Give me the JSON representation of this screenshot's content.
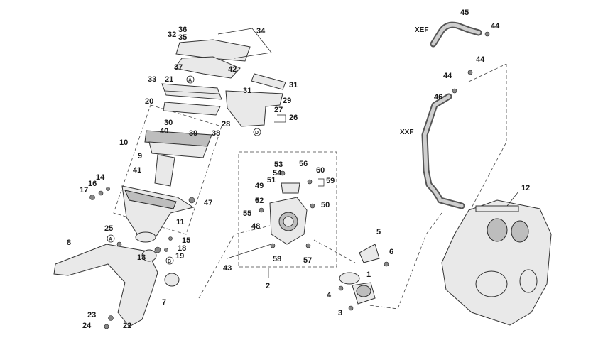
{
  "diagram": {
    "variants": {
      "xef": "XEF",
      "xxf": "XXF"
    },
    "references": {
      "a": "A",
      "b": "B",
      "d": "D"
    },
    "callouts": {
      "c1": "1",
      "c2": "2",
      "c3": "3",
      "c4": "4",
      "c5": "5",
      "c6": "6",
      "c7": "7",
      "c8": "8",
      "c9": "9",
      "c10": "10",
      "c11": "11",
      "c12": "12",
      "c13": "13",
      "c14": "14",
      "c15": "15",
      "c16": "16",
      "c17": "17",
      "c18": "18",
      "c19": "19",
      "c20": "20",
      "c21": "21",
      "c22": "22",
      "c23": "23",
      "c24": "24",
      "c25": "25",
      "c26": "26",
      "c27": "27",
      "c28": "28",
      "c29": "29",
      "c30": "30",
      "c31a": "31",
      "c31b": "31",
      "c32": "32",
      "c33": "33",
      "c34": "34",
      "c35": "35",
      "c36": "36",
      "c37": "37",
      "c38": "38",
      "c39": "39",
      "c40": "40",
      "c41": "41",
      "c42": "42",
      "c43": "43",
      "c44a": "44",
      "c44b": "44",
      "c44c": "44",
      "c45": "45",
      "c46": "46",
      "c47": "47",
      "c48": "48",
      "c49": "49",
      "c50": "50",
      "c51": "51",
      "c52": "52",
      "c53": "53",
      "c54": "54",
      "c55": "55",
      "c56": "56",
      "c57": "57",
      "c58": "58",
      "c59": "59",
      "c60": "60"
    }
  },
  "colors": {
    "line": "#333333",
    "part_fill": "#e9e9e9",
    "part_shade": "#bdbdbd",
    "hose": "#555555",
    "label": "#1a1a1a"
  }
}
